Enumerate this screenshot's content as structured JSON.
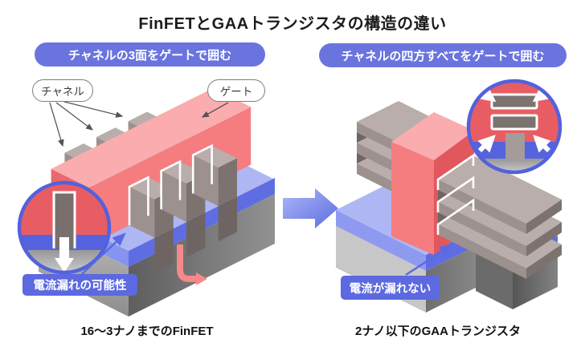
{
  "title": "FinFETとGAAトランジスタの構造の違い",
  "left": {
    "header": "チャネルの3面をゲートで囲む",
    "channel_label": "チャネル",
    "gate_label": "ゲート",
    "leak_label": "電流漏れの可能性",
    "caption": "16〜3ナノまでのFinFET"
  },
  "right": {
    "header": "チャネルの四方すべてをゲートで囲む",
    "no_leak_label": "電流が漏れない",
    "caption": "2ナノ以下のGAAトランジスタ"
  },
  "colors": {
    "accent_blue": "#5c69e0",
    "header_pill_blue": "#6a74df",
    "gate_pink_top": "#fbacae",
    "gate_pink_front": "#f57d80",
    "gate_pink_dark": "#e2575e",
    "fin_gray_top": "#b9aeab",
    "fin_gray_front": "#9c918e",
    "fin_gray_dark": "#7c7270",
    "base_blue_top": "#aeb7f3",
    "base_blue_front": "#5f6de2",
    "leak_arrow_pink": "#f6898b",
    "magnifier_red": "#e85d63"
  }
}
